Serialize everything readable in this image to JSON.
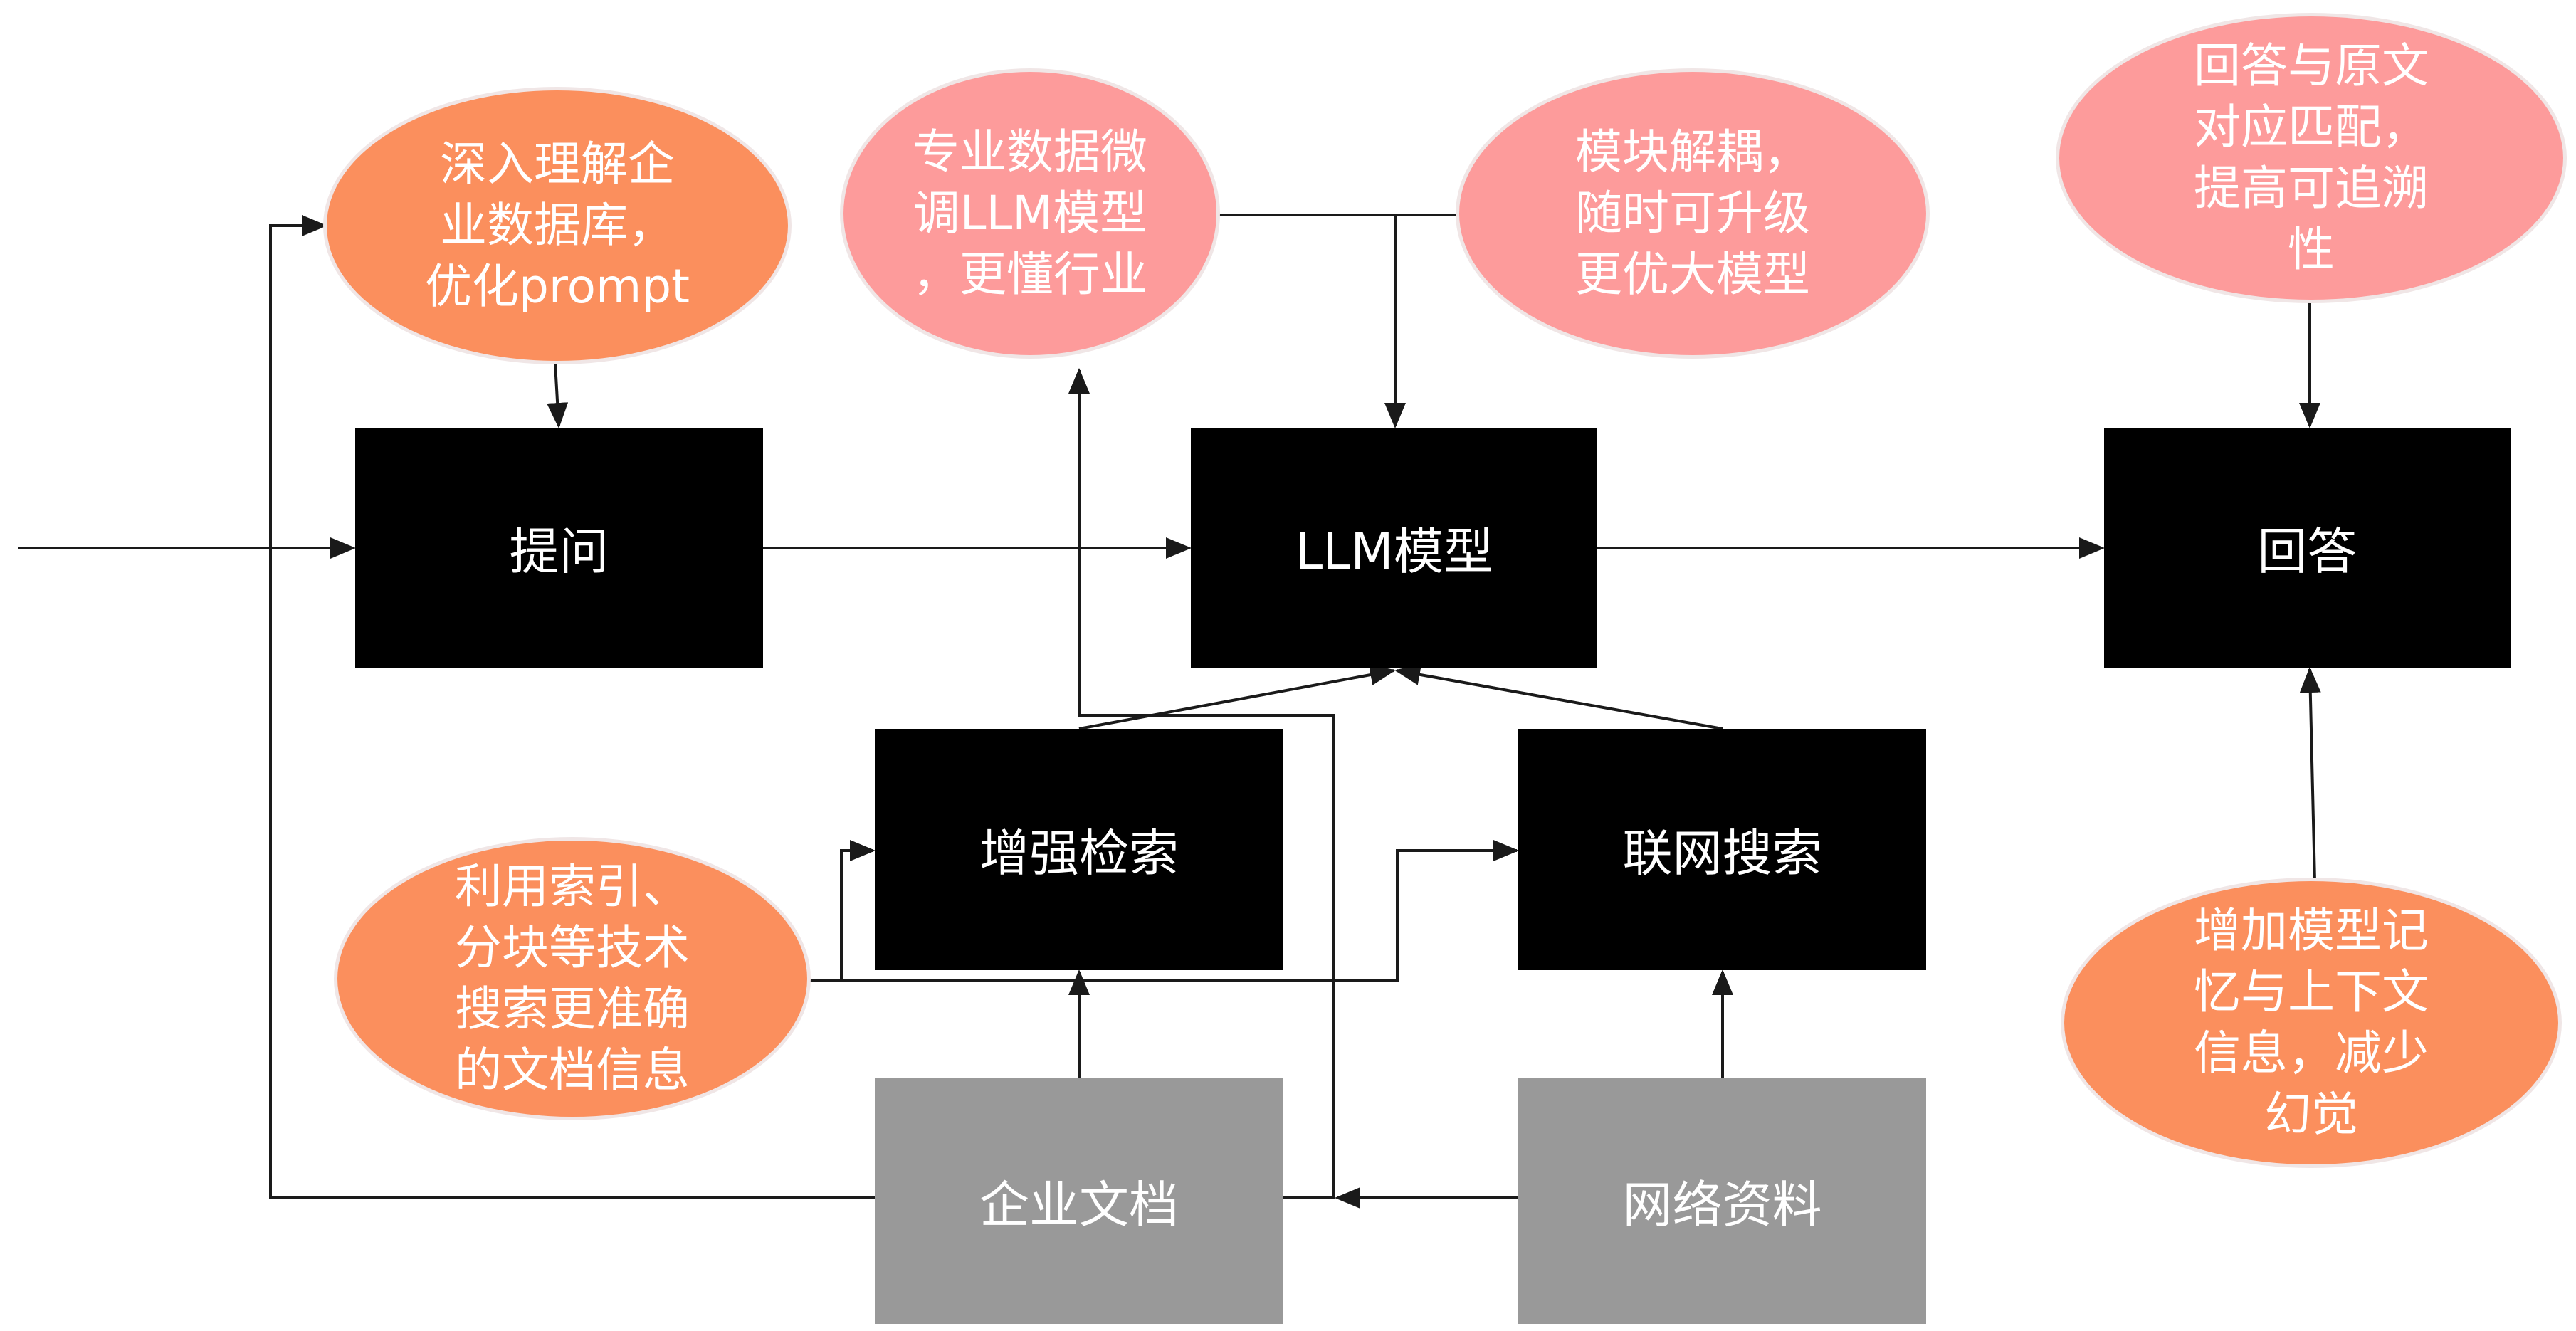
{
  "nodes": {
    "question": "提问",
    "llm": "LLM模型",
    "answer": "回答",
    "enhanced_retrieval": "增强检索",
    "web_search": "联网搜索",
    "enterprise_docs": "企业文档",
    "web_materials": "网络资料"
  },
  "notes": {
    "prompt_optimization": "深入理解企\n业数据库，\n优化prompt",
    "fine_tuning": "专业数据微\n调LLM模型\n，更懂行业",
    "decoupling": "模块解耦，\n随时可升级\n更优大模型",
    "traceability": "回答与原文\n对应匹配，\n提高可追溯\n性",
    "indexing": "利用索引、\n分块等技术\n搜索更准确\n的文档信息",
    "memory": "增加模型记\n忆与上下文\n信息，减少\n幻觉"
  },
  "colors": {
    "process_box": "#000000",
    "source_box": "#999999",
    "note_orange": "#fb8f5d",
    "note_pink": "#fd9b9b",
    "line": "#1a1a1a"
  }
}
